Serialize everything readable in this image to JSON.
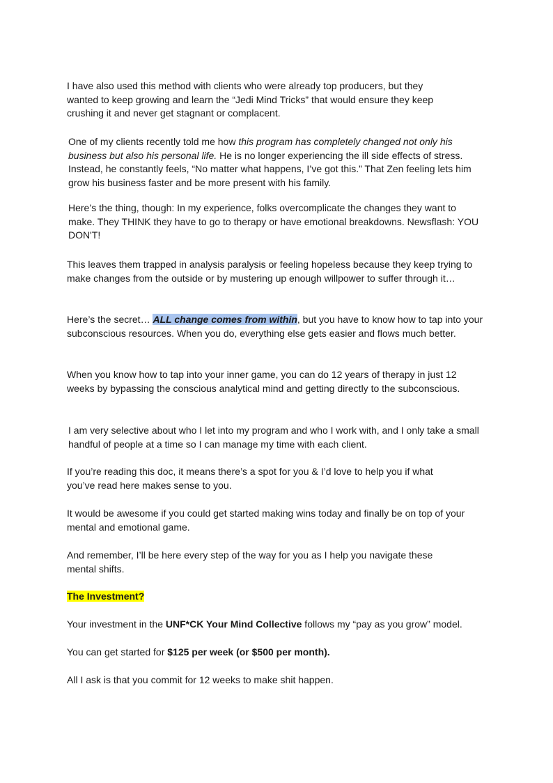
{
  "p1": "I have also used this method with clients who were already top producers, but they wanted to keep growing and learn the “Jedi Mind Tricks” that would ensure they keep crushing it and never get stagnant or complacent.",
  "p2": {
    "a": "One of my clients recently told me how ",
    "italic": "this program has completely changed not only his business but also his personal life.",
    "b": " He is no longer experiencing the ill side effects of stress. Instead, he constantly feels, “No matter what happens, I’ve got this.” That Zen feeling lets him grow his business faster and be more present with his family."
  },
  "p3": "Here’s the thing, though: In my experience, folks overcomplicate the changes they want to make. They THINK they have to go to therapy or have emotional breakdowns. Newsflash: YOU DON'T!",
  "p4": "This leaves them trapped in analysis paralysis or feeling hopeless because they keep trying to make changes from the outside or by mustering up enough willpower to suffer through it…",
  "p5": {
    "a": "Here’s the secret… ",
    "highlight": "ALL change comes from within",
    "b": ", but you have to know how to tap into your subconscious resources. When you do, everything else gets easier and flows much better."
  },
  "p6": "When you know how to tap into your inner game, you can do 12 years of therapy in just 12 weeks by bypassing the conscious analytical mind and getting directly to the subconscious.",
  "p7": "I am very selective about who I let into my program and who I work with, and I only take a small handful of people at a time so I can manage my time with each client.",
  "p8": "If you’re reading this doc, it means there’s a spot for you & I’d love to help you if what you’ve read here makes sense to you.",
  "p9": "It would be awesome if you could get started making wins today and finally be on top of your mental and emotional game.",
  "p10": "And remember, I’ll be here every step of the way for you as I help you navigate these mental shifts.",
  "heading": "The Investment?",
  "p11": {
    "a": "Your investment in the ",
    "bold": "UNF*CK Your Mind Collective",
    "b": " follows my “pay as you grow” model."
  },
  "p12": {
    "a": "You can get started for ",
    "bold": "$125 per week (or $500 per month)."
  },
  "p13": "All I ask is that you commit for 12 weeks to make shit happen.",
  "colors": {
    "blue_highlight": "#a9c4ee",
    "yellow_highlight": "#ffff00"
  }
}
